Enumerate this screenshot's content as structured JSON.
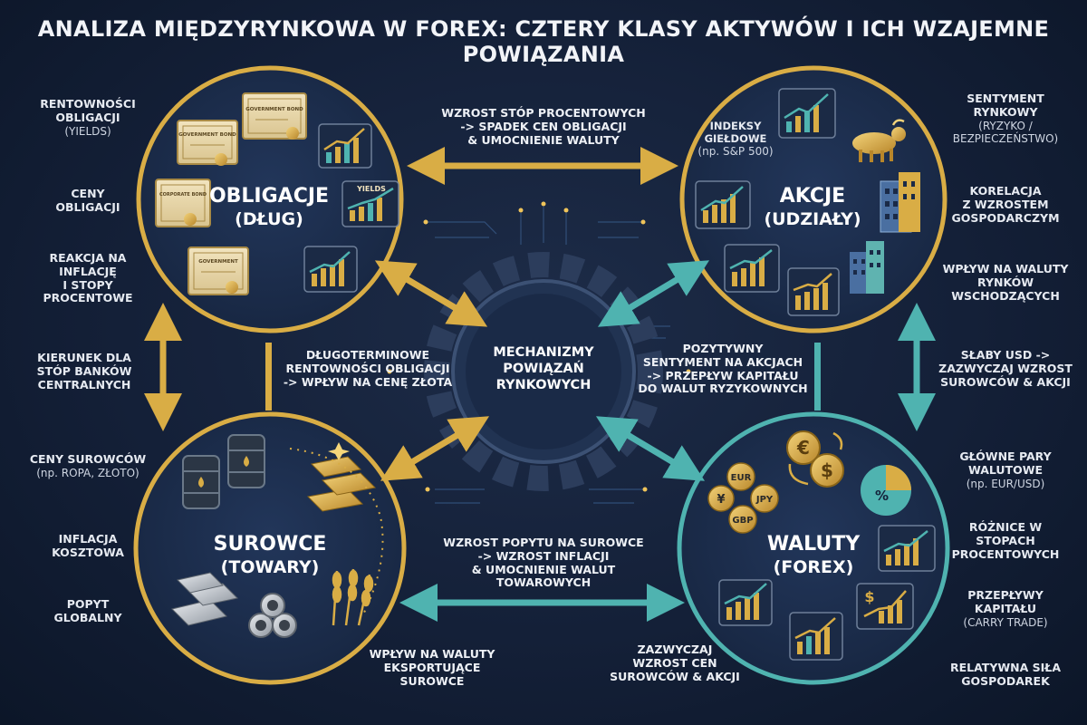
{
  "title": "ANALIZA MIĘDZYRYNKOWA W FOREX: CZTERY KLASY AKTYWÓW I ICH WZAJEMNE POWIĄZANIA",
  "hub": {
    "line1": "MECHANIZMY",
    "line2": "POWIĄZAŃ",
    "line3": "RYNKOWYCH"
  },
  "colors": {
    "gold": "#d9ad45",
    "teal": "#4fb3b0",
    "background": "#142038"
  },
  "circles": {
    "bonds": {
      "name": "OBLIGACJE",
      "sub": "(DŁUG)",
      "color": "#d9ad45",
      "doc1": "GOVERNMENT BOND",
      "doc2": "GOVERNMENT BOND",
      "doc3": "CORPORATE BOND",
      "doc4": "GOVERNMENT",
      "yields_tag": "YIELDS"
    },
    "stocks": {
      "name": "AKCJE",
      "sub": "(UDZIAŁY)",
      "color": "#d9ad45",
      "index_l1": "INDEKSY",
      "index_l2": "GIEŁDOWE",
      "index_l3": "(np. S&P 500)"
    },
    "commodities": {
      "name": "SUROWCE",
      "sub": "(TOWARY)",
      "color": "#d9ad45"
    },
    "currencies": {
      "name": "WALUTY",
      "sub": "(FOREX)",
      "color": "#4fb3b0",
      "coin_eur": "EUR",
      "coin_jpy": "JPY",
      "coin_gbp": "GBP"
    }
  },
  "left_side": [
    {
      "l1": "RENTOWNOŚCI",
      "l2": "OBLIGACJI",
      "sub": "(YIELDS)"
    },
    {
      "l1": "CENY",
      "l2": "OBLIGACJI"
    },
    {
      "l1": "REAKCJA NA",
      "l2": "INFLACJĘ",
      "l3": "I STOPY",
      "l4": "PROCENTOWE"
    },
    {
      "l1": "KIERUNEK DLA",
      "l2": "STÓP BANKÓW",
      "l3": "CENTRALNYCH"
    },
    {
      "l1": "CENY SUROWCÓW",
      "sub": "(np. ROPA, ZŁOTO)"
    },
    {
      "l1": "INFLACJA",
      "l2": "KOSZTOWA"
    },
    {
      "l1": "POPYT",
      "l2": "GLOBALNY"
    }
  ],
  "right_side": [
    {
      "l1": "SENTYMENT",
      "l2": "RYNKOWY",
      "sub1": "(RYZYKO /",
      "sub2": "BEZPIECZEŃSTWO)"
    },
    {
      "l1": "KORELACJA",
      "l2": "Z WZROSTEM",
      "l3": "GOSPODARCZYM"
    },
    {
      "l1": "WPŁYW NA WALUTY",
      "l2": "RYNKÓW",
      "l3": "WSCHODZĄCYCH"
    },
    {
      "l1": "SŁABY USD ->",
      "l2": "ZAZWYCZAJ WZROST",
      "l3": "SUROWCÓW & AKCJI"
    },
    {
      "l1": "GŁÓWNE PARY",
      "l2": "WALUTOWE",
      "sub": "(np. EUR/USD)"
    },
    {
      "l1": "RÓŻNICE W",
      "l2": "STOPACH",
      "l3": "PROCENTOWYCH"
    },
    {
      "l1": "PRZEPŁYWY",
      "l2": "KAPITAŁU",
      "sub": "(CARRY TRADE)"
    },
    {
      "l1": "RELATYWNA SIŁA",
      "l2": "GOSPODAREK"
    }
  ],
  "links": {
    "top": {
      "l1": "WZROST STÓP PROCENTOWYCH",
      "l2": "-> SPADEK CEN OBLIGACJI",
      "l3": "& UMOCNIENIE WALUTY"
    },
    "left_mid": {
      "l1": "DŁUGOTERMINOWE",
      "l2": "RENTOWNOŚCI OBLIGACJI",
      "l3": "-> WPŁYW NA CENĘ ZŁOTA"
    },
    "right_mid": {
      "l1": "POZYTYWNY",
      "l2": "SENTYMENT NA AKCJACH",
      "l3": "-> PRZEPŁYW KAPITAŁU",
      "l4": "DO WALUT RYZYKOWNYCH"
    },
    "bottom": {
      "l1": "WZROST POPYTU NA SUROWCE",
      "l2": "-> WZROST INFLACJI",
      "l3": "& UMOCNIENIE WALUT",
      "l4": "TOWAROWYCH"
    },
    "bottom_left": {
      "l1": "WPŁYW NA WALUTY",
      "l2": "EKSPORTUJĄCE",
      "l3": "SUROWCE"
    },
    "bottom_right": {
      "l1": "ZAZWYCZAJ",
      "l2": "WZROST CEN",
      "l3": "SUROWCÓW & AKCJI"
    }
  }
}
